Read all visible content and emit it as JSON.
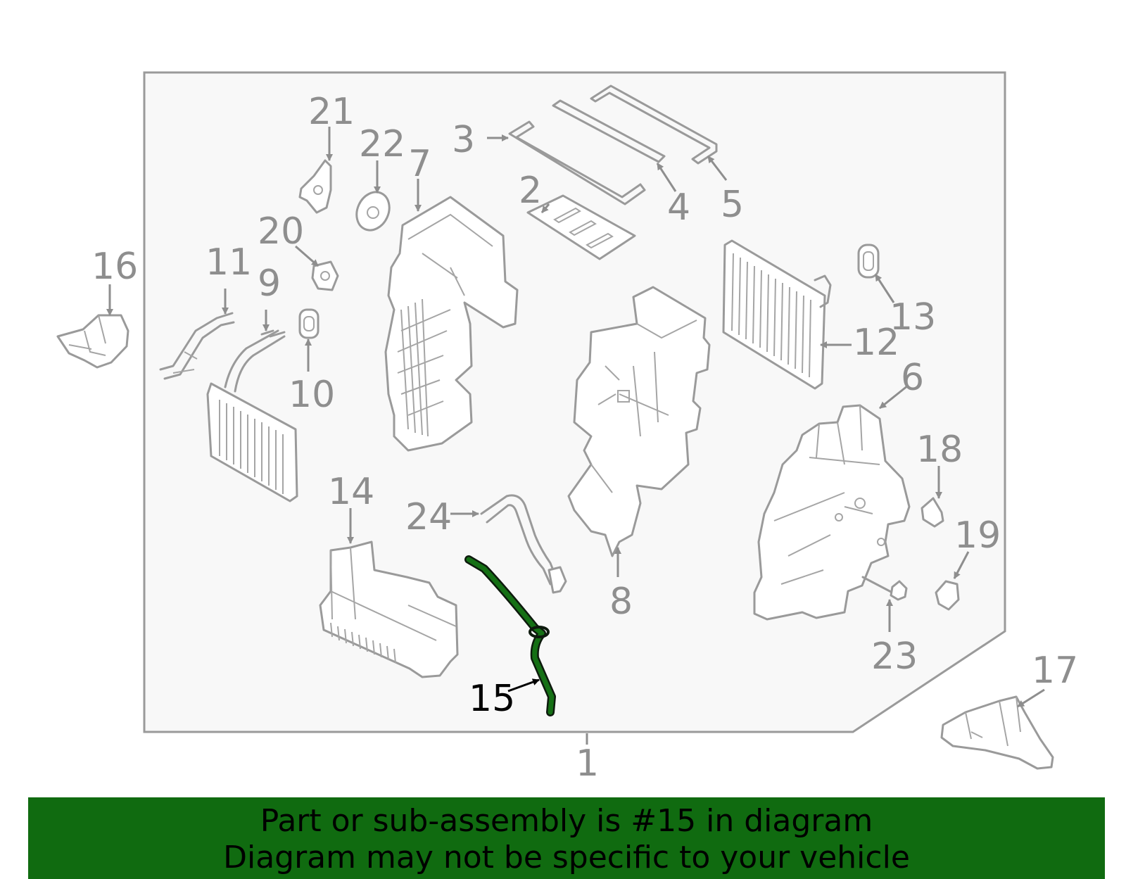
{
  "diagram": {
    "labels": [
      "1",
      "2",
      "3",
      "4",
      "5",
      "6",
      "7",
      "8",
      "9",
      "10",
      "11",
      "12",
      "13",
      "14",
      "15",
      "16",
      "17",
      "18",
      "19",
      "20",
      "21",
      "22",
      "23",
      "24"
    ],
    "highlighted_part": "15",
    "colors": {
      "outline": "#9a9a9a",
      "highlight": "#157015",
      "banner": "#106b10",
      "panel": "#f8f8f8"
    }
  },
  "banner": {
    "line1": "Part or sub-assembly is #15 in diagram",
    "line2": "Diagram may not be specific to your vehicle"
  }
}
